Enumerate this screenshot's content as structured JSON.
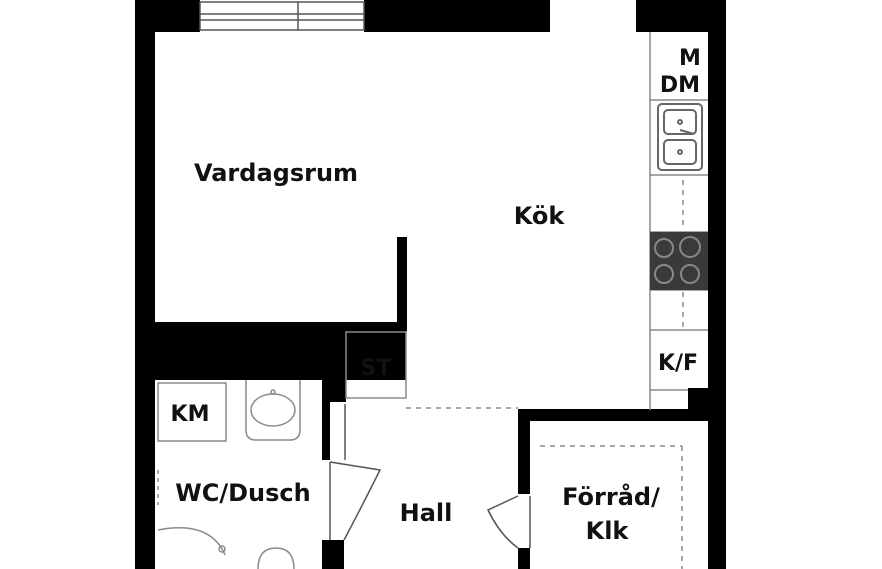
{
  "floorplan": {
    "rooms": {
      "living_room": "Vardagsrum",
      "kitchen": "Kök",
      "bathroom": "WC/Dusch",
      "hall": "Hall",
      "storage_line1": "Förråd/",
      "storage_line2": "Klk"
    },
    "fixtures": {
      "microwave": "M",
      "dishwasher": "DM",
      "fridge_freezer": "K/F",
      "wardrobe": "ST",
      "washing_machine": "KM"
    }
  },
  "colors": {
    "wall": "#000000",
    "hob": "#3a3a3a",
    "fixture_line": "#8a8a8a"
  }
}
